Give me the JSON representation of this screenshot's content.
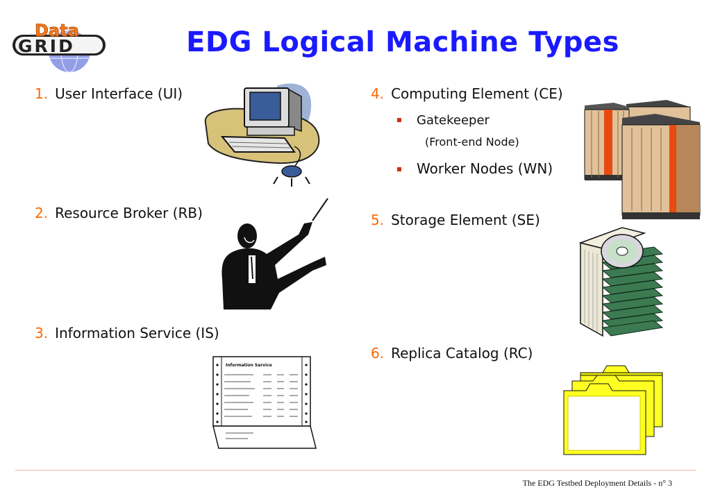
{
  "logo": {
    "top": "Data",
    "bottom": "GRID"
  },
  "title": "EDG Logical Machine Types",
  "items": [
    {
      "number": "1.",
      "label": "User Interface (UI)",
      "icon": "computer-workstation"
    },
    {
      "number": "2.",
      "label": "Resource Broker (RB)",
      "icon": "conductor"
    },
    {
      "number": "3.",
      "label": "Information Service (IS)",
      "icon": "information-report"
    },
    {
      "number": "4.",
      "label": "Computing Element (CE)",
      "icon": "server-racks",
      "subitems": [
        {
          "label": "Gatekeeper",
          "detail": "(Front-end Node)"
        },
        {
          "label": "Worker Nodes (WN)"
        }
      ]
    },
    {
      "number": "5.",
      "label": "Storage Element (SE)",
      "icon": "disk-stack"
    },
    {
      "number": "6.",
      "label": "Replica Catalog (RC)",
      "icon": "folders"
    }
  ],
  "is_report_heading": "Information Service",
  "footer": "The EDG Testbed Deployment Details - n° 3",
  "colors": {
    "title": "#1a1aff",
    "number": "#ff6600",
    "bullet": "#cc3300",
    "footer_rule": "#f2b0a0"
  }
}
